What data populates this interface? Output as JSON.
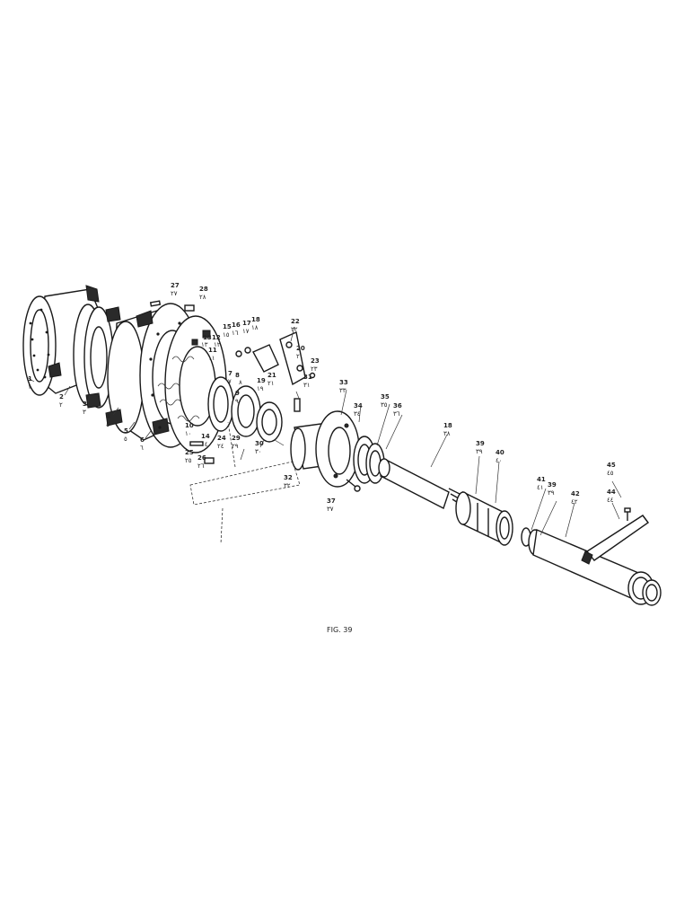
{
  "figure": {
    "caption": "FIG. 39"
  },
  "callouts": [
    {
      "num": "1",
      "alt": "١"
    },
    {
      "num": "2",
      "alt": "٢"
    },
    {
      "num": "3",
      "alt": "٣"
    },
    {
      "num": "4",
      "alt": "٤"
    },
    {
      "num": "5",
      "alt": "٥"
    },
    {
      "num": "6",
      "alt": "٦"
    },
    {
      "num": "7",
      "alt": "٧"
    },
    {
      "num": "8",
      "alt": "٨"
    },
    {
      "num": "9",
      "alt": "٩"
    },
    {
      "num": "10",
      "alt": "١٠"
    },
    {
      "num": "11",
      "alt": "١١"
    },
    {
      "num": "12",
      "alt": "١٢"
    },
    {
      "num": "13",
      "alt": "١٣"
    },
    {
      "num": "14",
      "alt": "١٤"
    },
    {
      "num": "15",
      "alt": "١٥"
    },
    {
      "num": "16",
      "alt": "١٦"
    },
    {
      "num": "17",
      "alt": "١٧"
    },
    {
      "num": "18",
      "alt": "١٨"
    },
    {
      "num": "19",
      "alt": "١٩"
    },
    {
      "num": "20",
      "alt": "٢٠"
    },
    {
      "num": "21",
      "alt": "٢١"
    },
    {
      "num": "22",
      "alt": "٢٢"
    },
    {
      "num": "23",
      "alt": "٢٣"
    },
    {
      "num": "24",
      "alt": "٢٤"
    },
    {
      "num": "25",
      "alt": "٢٥"
    },
    {
      "num": "26",
      "alt": "٢٦"
    },
    {
      "num": "27",
      "alt": "٢٧"
    },
    {
      "num": "28",
      "alt": "٢٨"
    },
    {
      "num": "29",
      "alt": "٢٩"
    },
    {
      "num": "30",
      "alt": "٣٠"
    },
    {
      "num": "31",
      "alt": "٣١"
    },
    {
      "num": "32",
      "alt": "٣٢"
    },
    {
      "num": "33",
      "alt": "٣٣"
    },
    {
      "num": "34",
      "alt": "٣٤"
    },
    {
      "num": "35",
      "alt": "٣٥"
    },
    {
      "num": "36",
      "alt": "٣٦"
    },
    {
      "num": "37",
      "alt": "٣٧"
    },
    {
      "num": "18",
      "alt": "٣٨"
    },
    {
      "num": "39",
      "alt": "٣٩"
    },
    {
      "num": "40",
      "alt": "٤٠"
    },
    {
      "num": "41",
      "alt": "٤١"
    },
    {
      "num": "39",
      "alt": "٣٩"
    },
    {
      "num": "42",
      "alt": "٤٢"
    },
    {
      "num": "44",
      "alt": "٤٤"
    },
    {
      "num": "45",
      "alt": "٤٥"
    }
  ]
}
